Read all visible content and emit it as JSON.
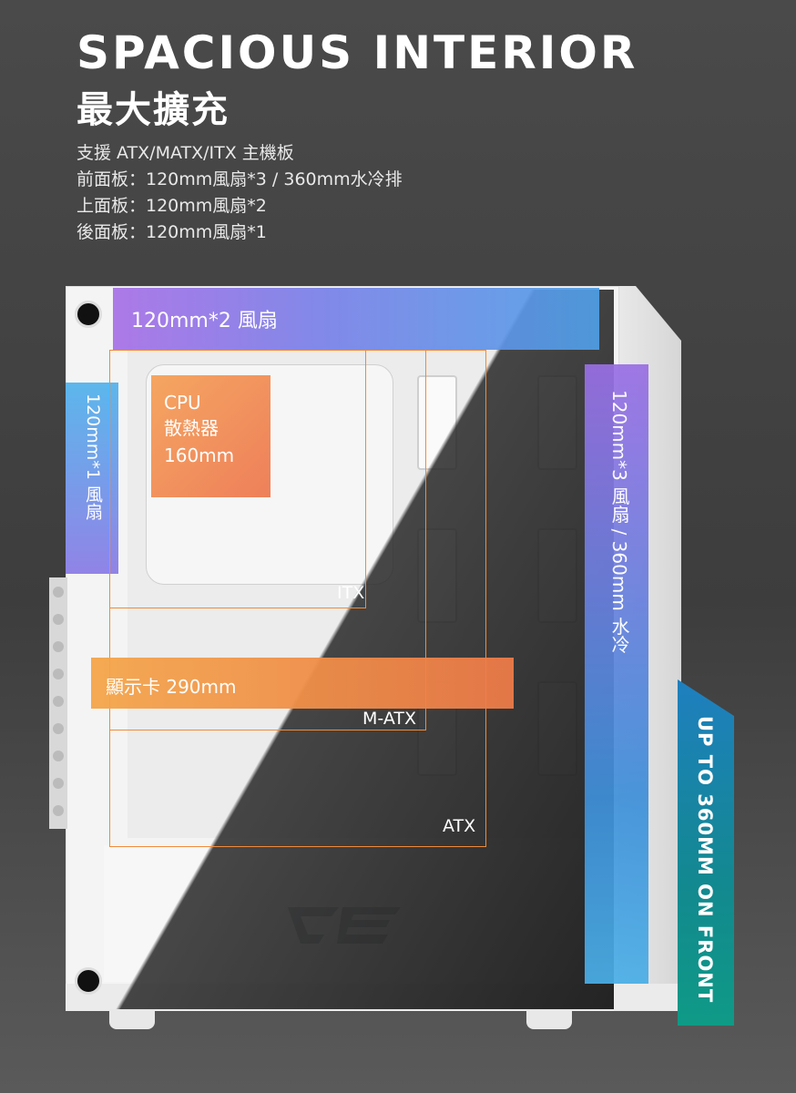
{
  "header": {
    "title": "SPACIOUS INTERIOR",
    "subtitle": "最大擴充",
    "specs": [
      "支援 ATX/MATX/ITX 主機板",
      "前面板：120mm風扇*3  / 360mm水冷排",
      "上面板：120mm風扇*2",
      "後面板：120mm風扇*1"
    ]
  },
  "diagram": {
    "top_fan_label": "120mm*2 風扇",
    "rear_fan_label": "120mm*1 風扇",
    "front_fan_label": "120mm*3 風扇 / 360mm 水冷",
    "cpu_label": [
      "CPU",
      "散熱器",
      "160mm"
    ],
    "gpu_label": "顯示卡 290mm",
    "form_factors": {
      "itx": "ITX",
      "matx": "M-ATX",
      "atx": "ATX"
    }
  },
  "banner": {
    "text": "UP TO 360MM ON FRONT"
  },
  "icons": {
    "logo": "darkflash-logo-icon",
    "screw": "thumbscrew-icon"
  },
  "colors": {
    "accent_purple": "#a76fe6",
    "accent_blue": "#4f9fe6",
    "accent_orange": "#f08a3a",
    "banner_teal": "#0f9a86"
  }
}
